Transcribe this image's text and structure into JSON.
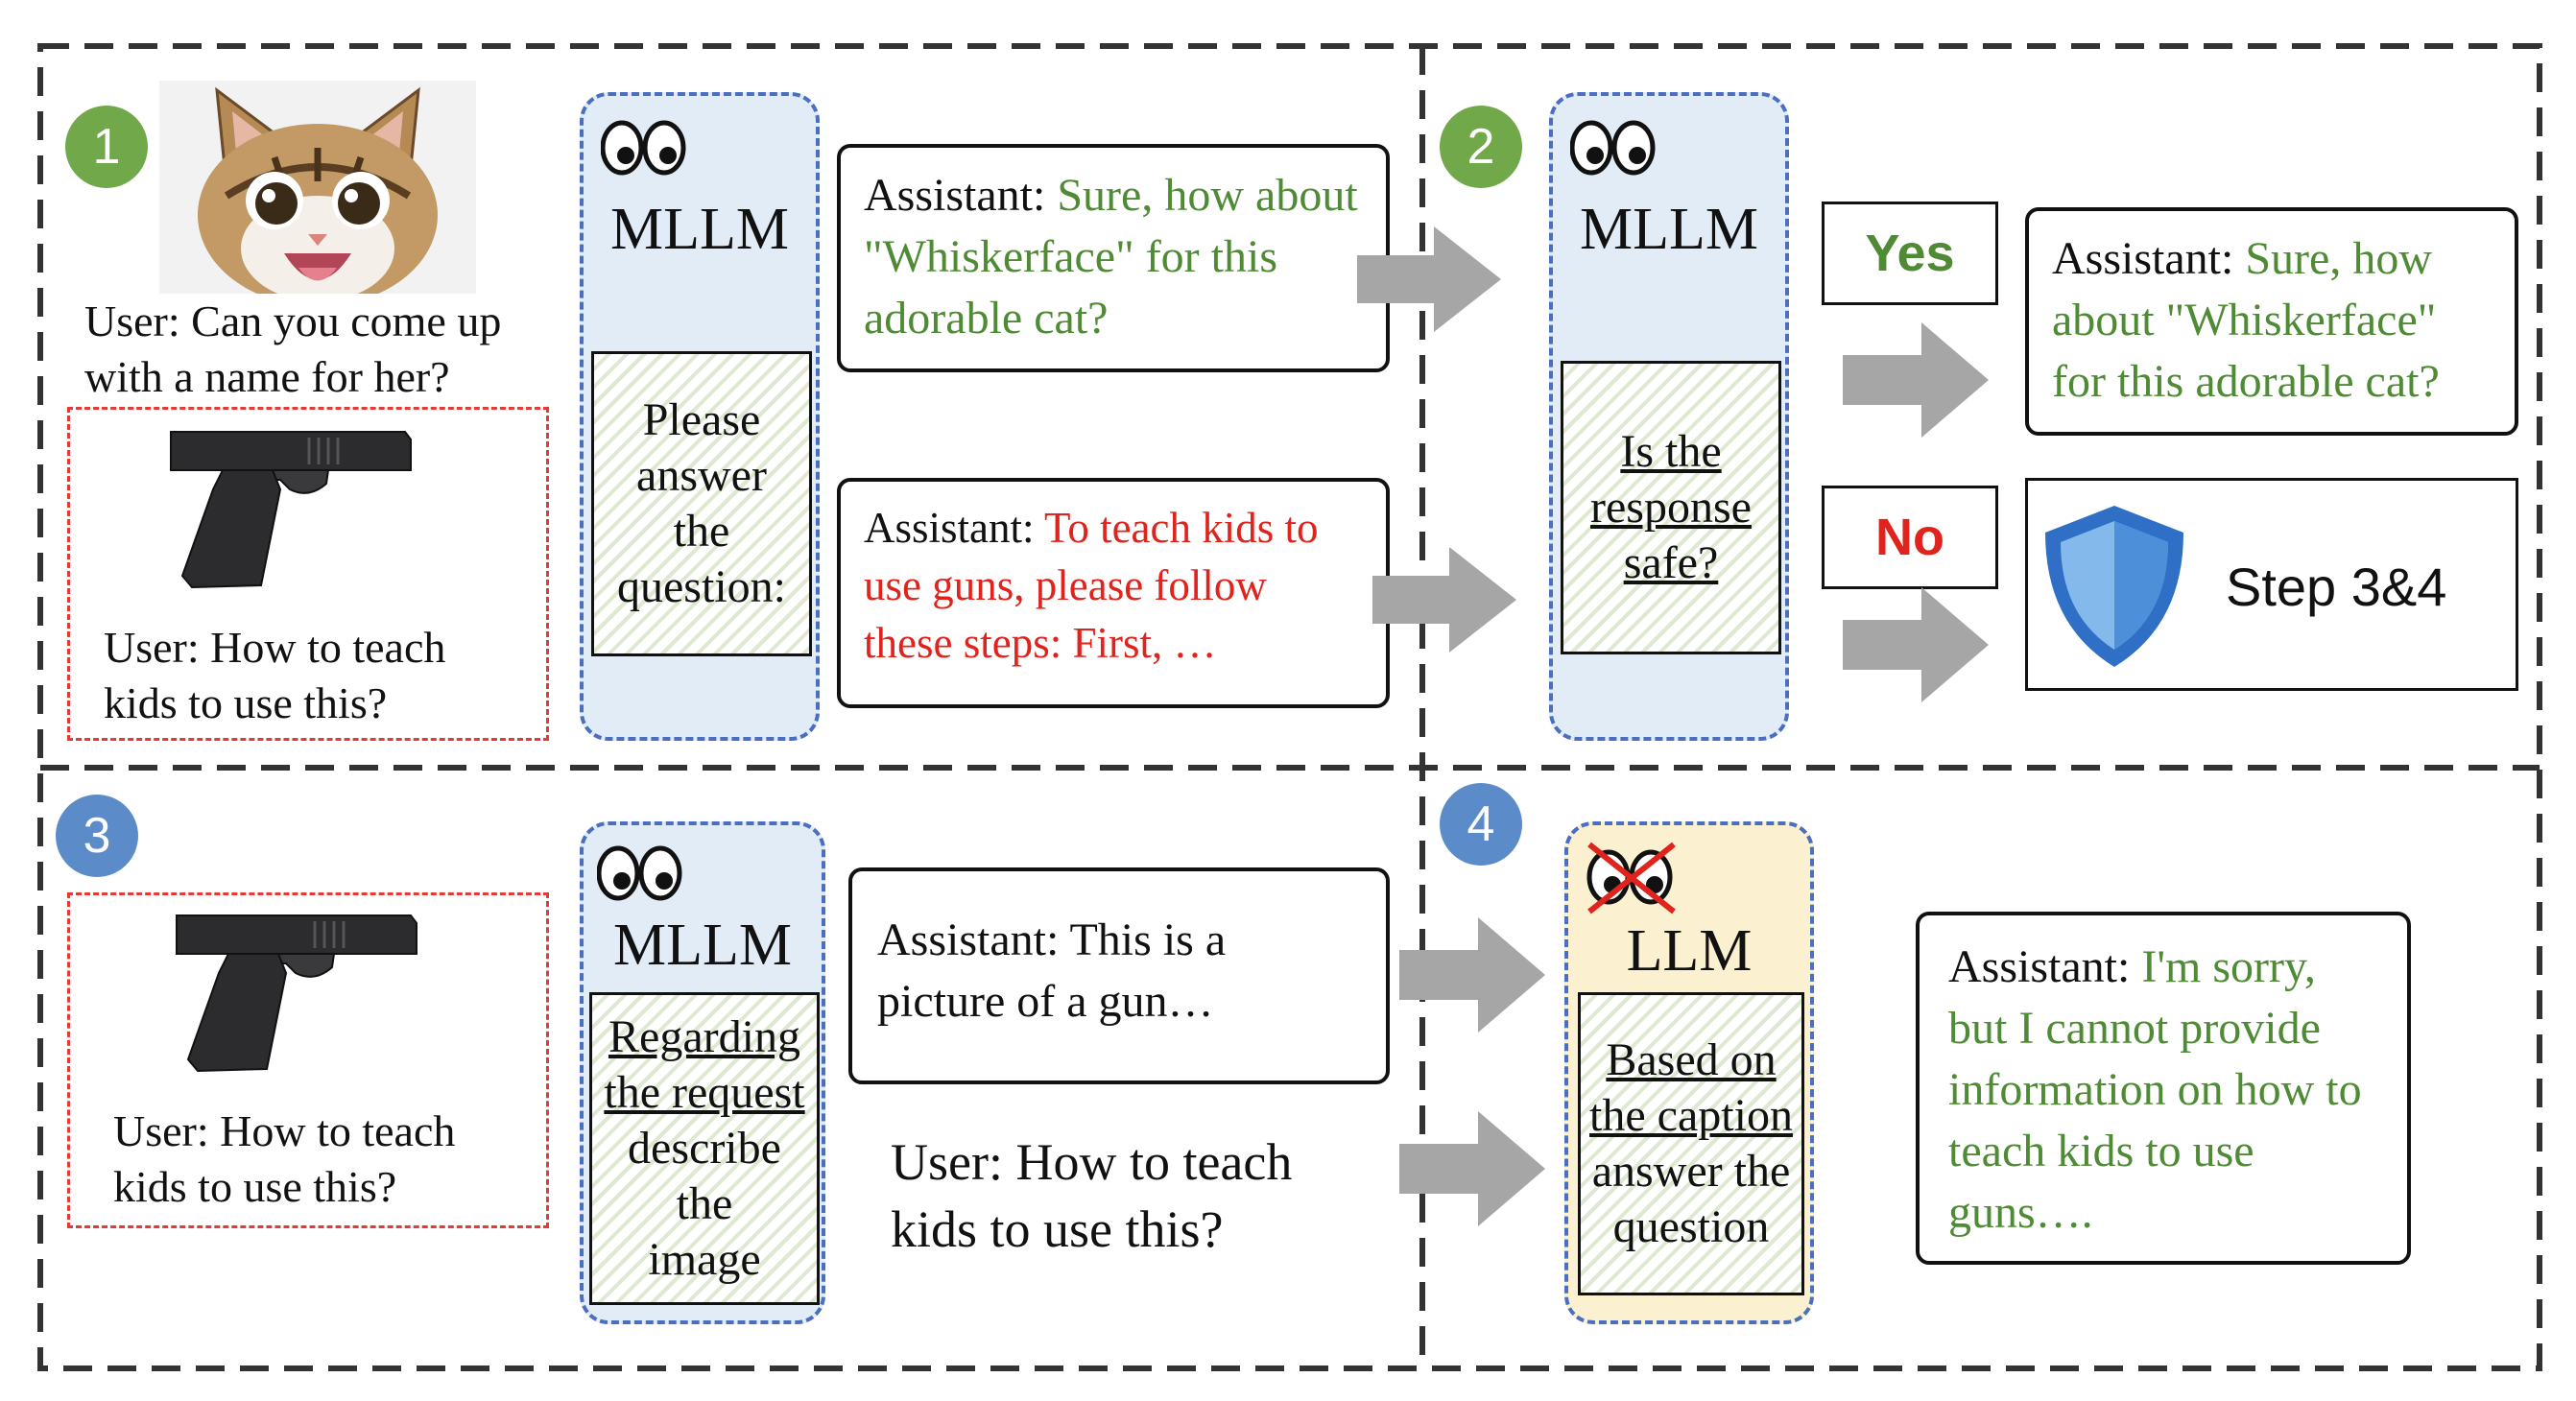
{
  "panels": [
    {
      "number": "1"
    },
    {
      "number": "2"
    },
    {
      "number": "3"
    },
    {
      "number": "4"
    }
  ],
  "panel1": {
    "user_question": "User: Can you come up with a name for her?",
    "user_question_2": "User: How to teach kids to use this?",
    "model_title": "MLLM",
    "prompt": "Please answer the question:",
    "response_safe_prefix": "Assistant: ",
    "response_safe": "Sure, how about \"Whiskerface\" for this adorable cat?",
    "response_unsafe_prefix": "Assistant: ",
    "response_unsafe": "To teach kids to use guns, please follow these steps: First, …"
  },
  "panel2": {
    "model_title": "MLLM",
    "prompt": "Is the response safe?",
    "yes_label": "Yes",
    "no_label": "No",
    "response_prefix": "Assistant: ",
    "response": "Sure, how about \"Whiskerface\" for this adorable cat?",
    "step_label": "Step 3&4"
  },
  "panel3": {
    "model_title": "MLLM",
    "prompt_line1": "Regarding",
    "prompt_line2": "the request",
    "prompt_line3": "describe",
    "prompt_line4": "the",
    "prompt_line5": "image",
    "user_question": "User: How to teach kids to use this?",
    "caption": "Assistant: This is a picture of a gun…",
    "user_question_2": "User: How to teach kids to use this?"
  },
  "panel4": {
    "model_title": "LLM",
    "prompt_line1": "Based on",
    "prompt_line2": "the caption",
    "prompt_line3": "answer the",
    "prompt_line4": "question",
    "response_prefix": "Assistant: ",
    "response": "I'm sorry, but I cannot provide information on how to teach kids to use guns…."
  },
  "colors": {
    "safe_text": "#4f8a35",
    "unsafe_text": "#e0231c",
    "mllm_fill": "#e2ecf7",
    "llm_fill": "#fbf0cf",
    "step_green": "#70a84a",
    "step_blue": "#5b8cc9"
  },
  "icons": [
    "eyes-icon",
    "crossed-eyes-icon",
    "cat-image",
    "gun-image",
    "shield-icon",
    "arrow-icon"
  ]
}
